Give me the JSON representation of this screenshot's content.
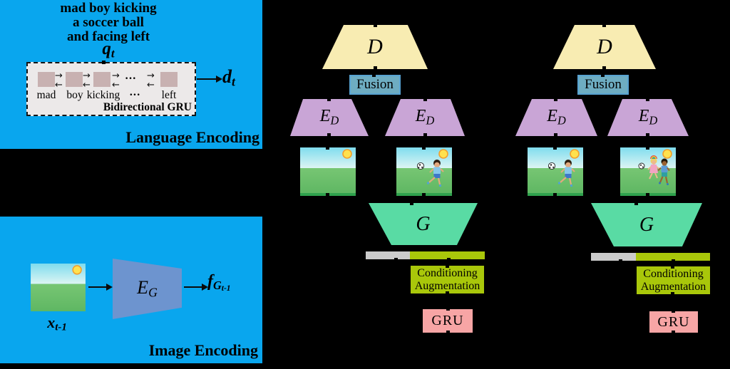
{
  "colors": {
    "panel_blue": "#09a6ee",
    "d_yellow": "#f8ecb2",
    "ed_purple": "#c9a5d6",
    "g_green": "#59dba4",
    "fusion_teal": "#6eadc2",
    "ca_green": "#a9c70a",
    "bar_gray": "#cbcbcb",
    "gru_pink": "#f7a5a5",
    "cell_mauve": "#c8b1b1",
    "encoder_blue": "#6d94cf"
  },
  "icons": {
    "arrow_right": "→",
    "arrow_left": "←",
    "ellipsis": "···"
  },
  "left": {
    "language": {
      "query_line1": "mad boy kicking",
      "query_line2": "a soccer ball",
      "query_line3": "and facing left",
      "q_main": "q",
      "q_sub": "t",
      "words": [
        "mad",
        "boy",
        "kicking",
        "···",
        "left"
      ],
      "cell_dots": "···",
      "box_label": "Bidirectional GRU",
      "d_main": "d",
      "d_sub": "t",
      "title": "Language Encoding"
    },
    "image": {
      "x_main": "x",
      "x_sub": "t-1",
      "eg_main": "E",
      "eg_sub": "G",
      "f_main": "f",
      "f_sub": "G",
      "f_subsub": "t-1",
      "title": "Image Encoding"
    }
  },
  "columns": [
    {
      "d": "D",
      "fusion": "Fusion",
      "ed_main": "E",
      "ed_sub": "D",
      "g": "G",
      "ca_line1": "Conditioning",
      "ca_line2": "Augmentation",
      "gru": "GRU"
    },
    {
      "d": "D",
      "fusion": "Fusion",
      "ed_main": "E",
      "ed_sub": "D",
      "g": "G",
      "ca_line1": "Conditioning",
      "ca_line2": "Augmentation",
      "gru": "GRU"
    }
  ]
}
